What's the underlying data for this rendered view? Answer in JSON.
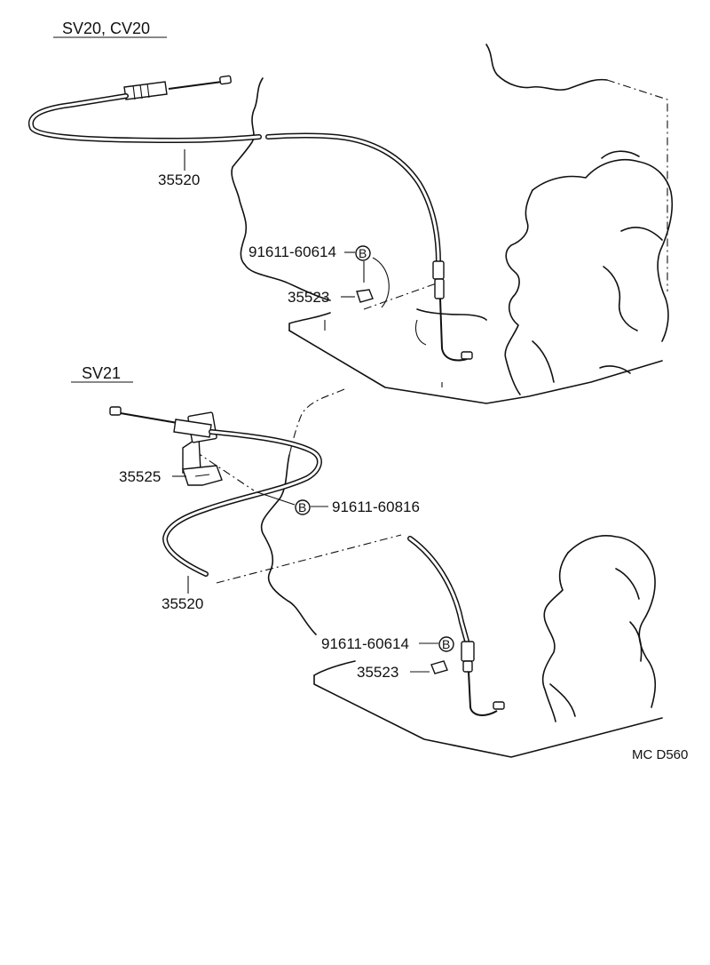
{
  "sections": {
    "top_header": "SV20, CV20",
    "bottom_header": "SV21"
  },
  "callouts": {
    "top_cable": "35520",
    "top_bolt": "91611-60614",
    "top_bolt_marker": "B",
    "top_clamp": "35523",
    "bracket": "35525",
    "mid_bolt": "91611-60816",
    "mid_bolt_marker": "B",
    "bottom_cable": "35520",
    "bottom_bolt": "91611-60614",
    "bottom_bolt_marker": "B",
    "bottom_clamp": "35523"
  },
  "footer": {
    "code": "MC D560"
  }
}
